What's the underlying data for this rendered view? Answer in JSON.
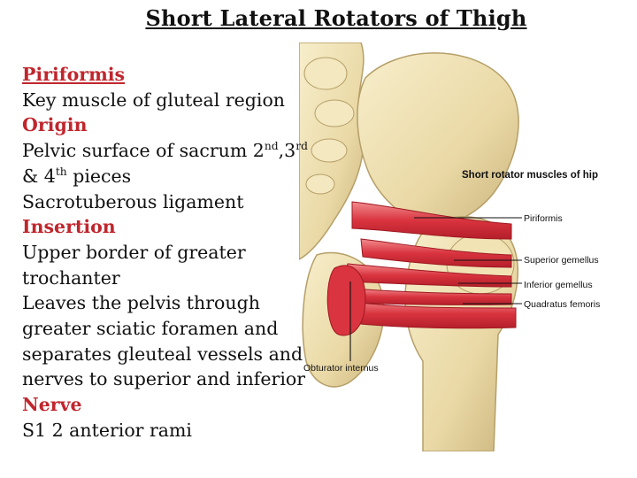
{
  "slide": {
    "title": "Short Lateral Rotators of Thigh"
  },
  "notes": {
    "h1": "Piriformis",
    "l1": "Key muscle of gluteal region",
    "h2": "Origin",
    "l2_text": "Pelvic surface of sacrum 2",
    "l2_sup1": "nd",
    "l2_mid": ",3",
    "l2_sup2": "rd",
    "l3_text": "& 4",
    "l3_sup": "th",
    "l3_end": " pieces",
    "l4": "Sacrotuberous ligament",
    "h3": "Insertion",
    "l5": "Upper border of greater",
    "l6": "trochanter",
    "l7": "Leaves the pelvis through",
    "l8": "greater sciatic foramen and",
    "l9": "separates gleuteal vessels and",
    "l10": "nerves to superior and inferior",
    "h4": "Nerve",
    "l11": "S1 2 anterior rami"
  },
  "figure": {
    "title": "Short rotator muscles of hip",
    "labels": {
      "piriformis": "Piriformis",
      "superior_gemellus": "Superior gemellus",
      "inferior_gemellus": "Inferior gemellus",
      "quadratus_femoris": "Quadratus femoris",
      "obturator_internus": "Obturator internus"
    },
    "colors": {
      "bone": "#efe2b8",
      "bone_shadow": "#cdb77f",
      "muscle": "#d9343f",
      "muscle_light": "#f08a8c"
    }
  }
}
